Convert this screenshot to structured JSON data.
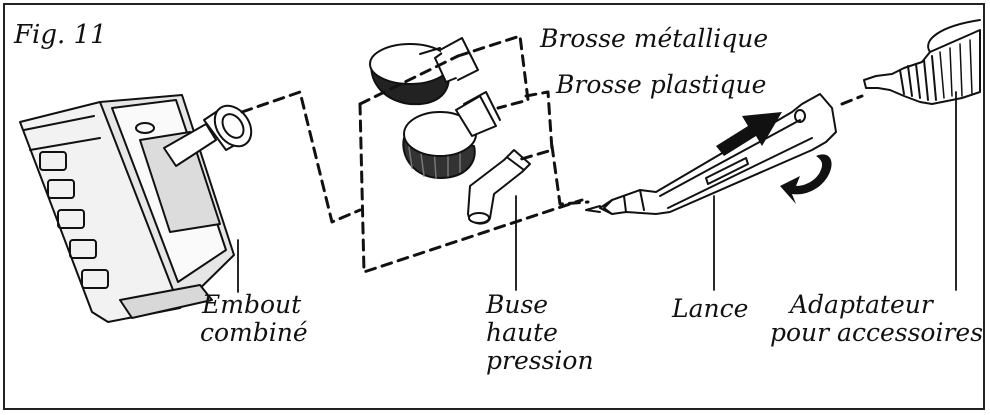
{
  "figure": {
    "label": "Fig. 11"
  },
  "labels": {
    "brosse_metallique": "Brosse métallique",
    "brosse_plastique": "Brosse plastique",
    "embout_line1": "Embout",
    "embout_line2": "combiné",
    "buse_line1": "Buse",
    "buse_line2": "haute",
    "buse_line3": "pression",
    "lance": "Lance",
    "adaptateur_line1": "Adaptateur",
    "adaptateur_line2": "pour accessoires"
  },
  "icons": {
    "rotation_arrow": "curved-arrow-icon",
    "push_arrow": "straight-arrow-icon"
  },
  "colors": {
    "ink": "#111111",
    "frame": "#222222",
    "shade": "#cfcfcf"
  }
}
